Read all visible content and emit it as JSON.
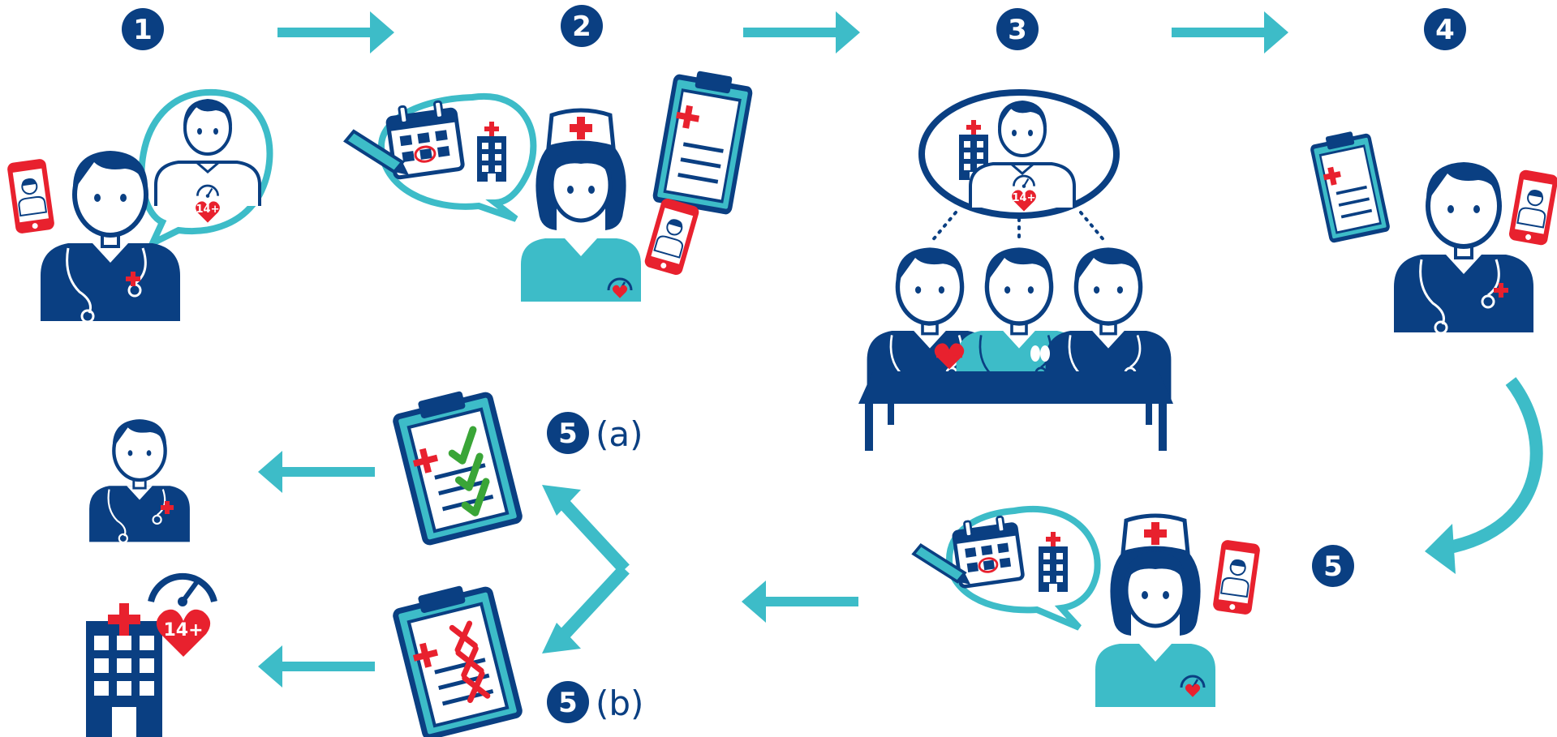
{
  "colors": {
    "navy": "#0a3f82",
    "teal": "#3dbcc8",
    "red": "#e8212e",
    "green": "#3aa537",
    "white": "#ffffff"
  },
  "steps": {
    "s1": "1",
    "s2": "2",
    "s3": "3",
    "s4": "4",
    "s5": "5",
    "s5a": "5",
    "s5a_suffix": "(a)",
    "s5b": "5",
    "s5b_suffix": "(b)"
  },
  "badges": {
    "heart_label": "14+"
  },
  "icons": [
    "doctor-icon",
    "patient-icon",
    "smartphone-icon",
    "nurse-icon",
    "calendar-icon",
    "hospital-icon",
    "clipboard-icon",
    "gauge-icon",
    "heart-icon",
    "stethoscope-icon",
    "table-icon",
    "arrow-icon"
  ]
}
